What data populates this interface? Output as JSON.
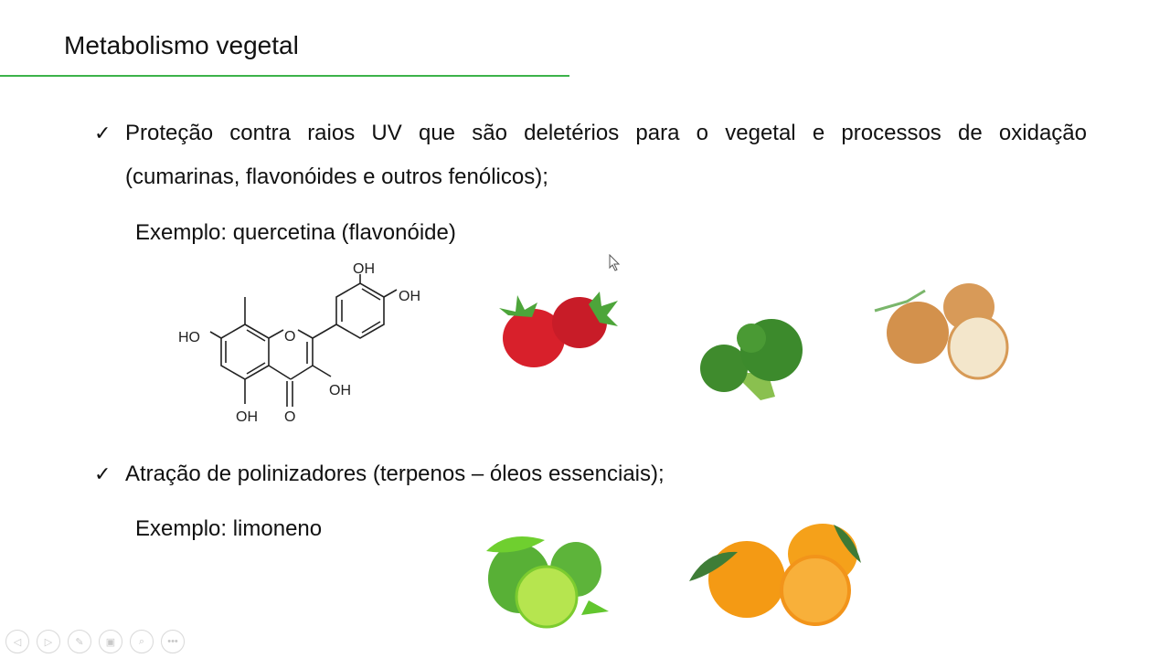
{
  "slide": {
    "title": "Metabolismo vegetal",
    "accent_color": "#3cb34a",
    "bullets": [
      {
        "icon": "checkmark-icon",
        "check": "✓",
        "line1": "Proteção contra raios UV que são deletérios para o vegetal e processos de oxidação",
        "line2": "(cumarinas, flavonóides e outros fenólicos);",
        "example": "Exemplo: quercetina (flavonóide)"
      },
      {
        "icon": "checkmark-icon",
        "check": "✓",
        "line1": "Atração de polinizadores (terpenos – óleos essenciais);",
        "example": "Exemplo: limoneno"
      }
    ],
    "molecule": {
      "name": "quercetina",
      "labels": {
        "oh_top": "OH",
        "oh_right": "OH",
        "oh_left": "HO",
        "o_ring": "O",
        "oh_c3": "OH",
        "oh_c5": "OH",
        "o_keto": "O"
      }
    },
    "images": [
      "strawberry",
      "broccoli",
      "onion",
      "lime",
      "orange"
    ]
  },
  "toolbar": {
    "buttons": [
      {
        "name": "previous-slide",
        "glyph": "◁"
      },
      {
        "name": "next-slide",
        "glyph": "▷"
      },
      {
        "name": "pen",
        "glyph": "✎"
      },
      {
        "name": "slides-overview",
        "glyph": "▣"
      },
      {
        "name": "zoom",
        "glyph": "⌕"
      },
      {
        "name": "more-options",
        "glyph": "•••"
      }
    ]
  }
}
